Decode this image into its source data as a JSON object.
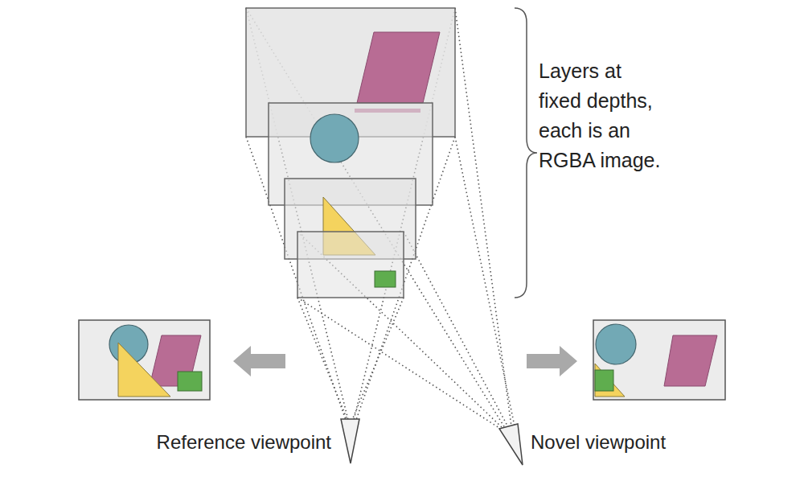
{
  "diagram": {
    "labels": [
      "Layers at fixed depths, each is an RGBA image.",
      "Reference viewpoint",
      "Novel viewpoint"
    ]
  }
}
